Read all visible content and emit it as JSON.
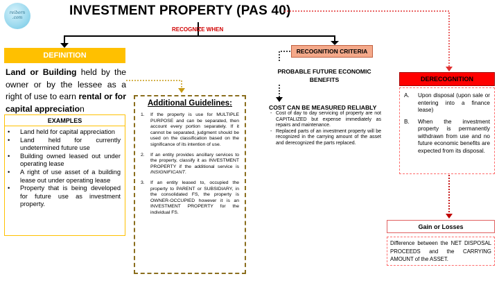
{
  "logo": {
    "line1": "reiborn",
    "line2": ".com"
  },
  "title": "INVESTMENT PROPERTY (PAS 40)",
  "recognize_when": "RECOGNIZE WHEN",
  "definition": {
    "header": "DEFINITION",
    "part1": "Land or Building",
    "part2": "  held by the owner or by the lessee as a right of use to earn ",
    "part3": "rental or for capital appreciatio",
    "part4": "n"
  },
  "examples": {
    "title": "EXAMPLES",
    "items": [
      "Land held for capital appreciation",
      "Land held for currently undetermined future use",
      "Building owned leased out under operating lease",
      "A right of use asset of a building lease out under operating lease",
      "Property that is being developed for future use as investment property."
    ]
  },
  "guidelines": {
    "title": "Additional Guidelines:",
    "items": [
      {
        "num": "1.",
        "text": "If the property is use for MULTIPLE PURPOSE and can be separated, then account every portion separately. If it cannot be separated, judgment should be used on the classification based on the significance of its intention of use."
      },
      {
        "num": "2.",
        "text_a": "If an entity provides ancillary services to the property, classify it as INVESTMENT PROPERTY if the additional service is ",
        "text_b": "INSIGNIFICANT",
        "text_c": "."
      },
      {
        "num": "3.",
        "text": "If an entity leased to, occupied the property to PARENT or SUBSIDIARY, in the consolidated FS, the property is OWNER-OCCUPIED however it is an INVESTMENT PROPERTY for the individual FS."
      }
    ]
  },
  "recognition": {
    "header": "RECOGNITION CRITERIA",
    "probable": "PROBABLE FUTURE ECONOMIC BENEFITS",
    "cost_heading": "COST CAN BE MEASURED RELIABLY",
    "cost_items": [
      "Cost of day to day servicing of property are not CAPITALIZED but expense immediately as repairs and maintenance.",
      "Replaced parts of an investment property will be recognized in the carrying amount of the asset and derecognized the parts replaced."
    ]
  },
  "derecognition": {
    "header": "DERECOGNITION",
    "items": [
      {
        "label": "A.",
        "text": "Upon disposal (upon sale or entering into a finance lease)"
      },
      {
        "label": "B.",
        "text": "When the investment property is permanently withdrawn from use and no future economic benefits are expected from its disposal."
      }
    ]
  },
  "gain": {
    "header": "Gain or Losses",
    "text": "Difference between the NET DISPOSAL PROCEEDS and the CARRYING AMOUNT of the ASSET."
  },
  "colors": {
    "definition": "#ffc000",
    "recognition": "#f4a98a",
    "derecognition": "#ff0000",
    "accent_red": "#d00000",
    "guideline_border": "#8a6d1c"
  }
}
